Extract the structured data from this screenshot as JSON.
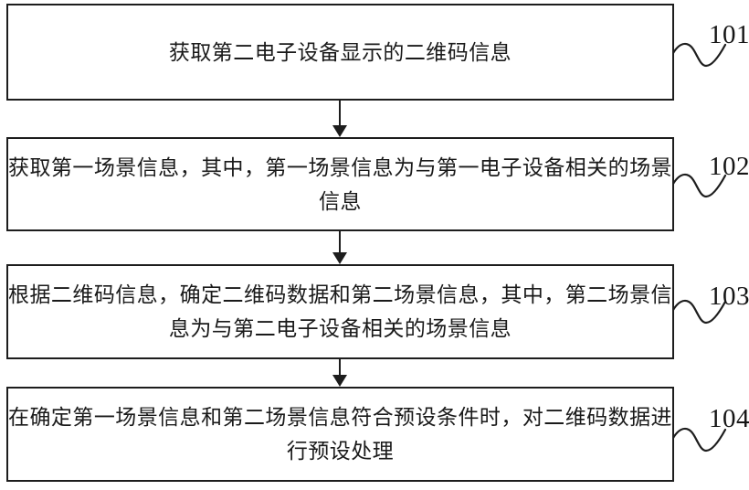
{
  "diagram": {
    "type": "flowchart",
    "steps": [
      {
        "label": "101",
        "lines": [
          "获取第二电子设备显示的二维码信息"
        ]
      },
      {
        "label": "102",
        "lines": [
          "获取第一场景信息，其中，第一场景信息为与第一电子设备相关的场景",
          "信息"
        ]
      },
      {
        "label": "103",
        "lines": [
          "根据二维码信息，确定二维码数据和第二场景信息，其中，第二场景信",
          "息为与第二电子设备相关的场景信息"
        ]
      },
      {
        "label": "104",
        "lines": [
          "在确定第一场景信息和第二场景信息符合预设条件时，对二维码数据进",
          "行预设处理"
        ]
      }
    ],
    "colors": {
      "ink": "#1d1d1d",
      "background": "#ffffff"
    }
  }
}
